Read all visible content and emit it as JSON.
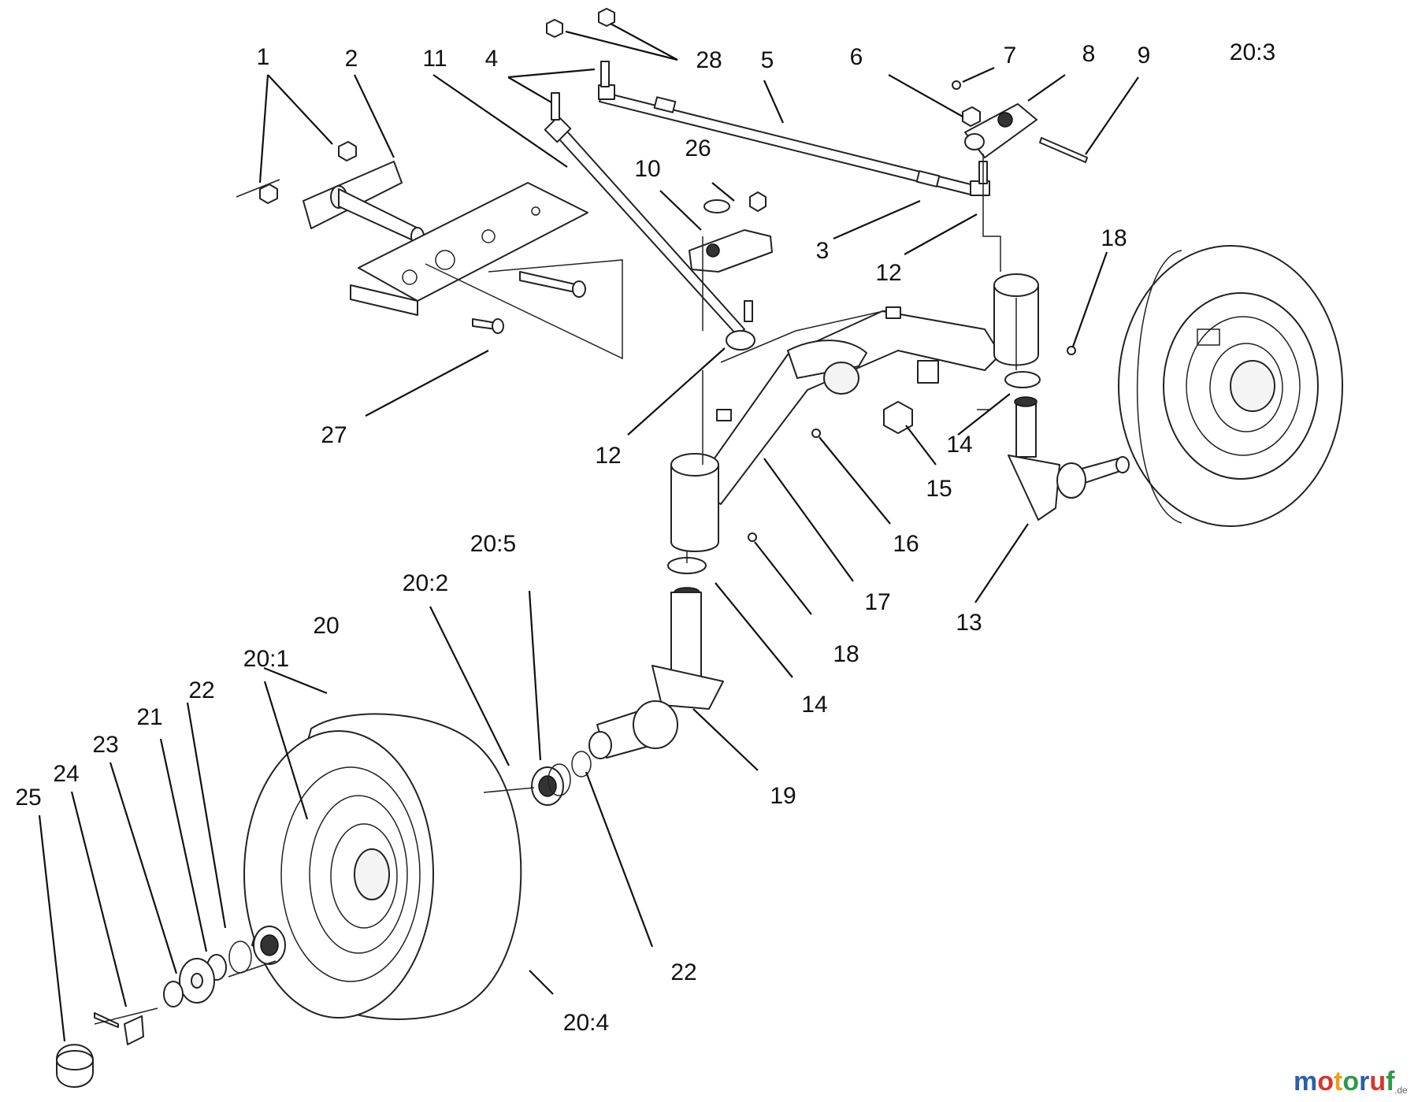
{
  "labels": {
    "l1": "1",
    "l2": "2",
    "l3": "3",
    "l4": "4",
    "l5": "5",
    "l6": "6",
    "l7": "7",
    "l8": "8",
    "l9": "9",
    "l10": "10",
    "l11": "11",
    "l12a": "12",
    "l12b": "12",
    "l13": "13",
    "l14a": "14",
    "l14b": "14",
    "l15": "15",
    "l16": "16",
    "l17": "17",
    "l18a": "18",
    "l18b": "18",
    "l19": "19",
    "l20": "20",
    "l20_1": "20:1",
    "l20_2": "20:2",
    "l20_3": "20:3",
    "l20_4": "20:4",
    "l20_5": "20:5",
    "l21": "21",
    "l22a": "22",
    "l22b": "22",
    "l23": "23",
    "l24": "24",
    "l25": "25",
    "l26": "26",
    "l27": "27",
    "l28": "28"
  },
  "watermark": {
    "letters": [
      "m",
      "o",
      "t",
      "o",
      "r",
      "u",
      "f"
    ],
    "colors": [
      "#2b5fa8",
      "#d8352a",
      "#e6a21b",
      "#2e9a48",
      "#2b5fa8",
      "#d8352a",
      "#2e9a48"
    ],
    "suffix": ".de"
  }
}
